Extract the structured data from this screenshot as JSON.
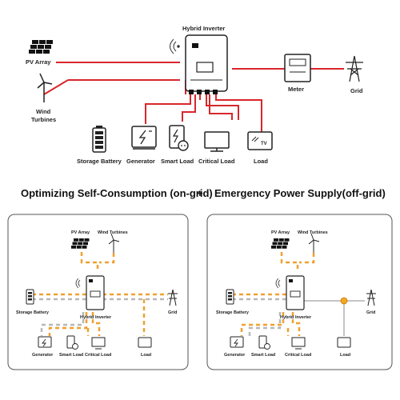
{
  "main_diagram": {
    "inverter_label": "Hybrid Inverter",
    "pv_label": "PV Array",
    "wind_label_1": "Wind",
    "wind_label_2": "Turbines",
    "meter_label": "Meter",
    "grid_label": "Grid",
    "loads": {
      "battery": "Storage Battery",
      "generator": "Generator",
      "smart_load": "Smart Load",
      "critical_load": "Critical Load",
      "load": "Load"
    },
    "tv_text": "TV",
    "line_color": "#d9262b"
  },
  "headings": {
    "left": "Optimizing Self-Consumption (on-grid)",
    "plus": "+",
    "right": "Emergency Power Supply(off-grid)"
  },
  "panel_left": {
    "pv_label": "PV Array",
    "wind_label": "Wind Turbines",
    "battery_label": "Storage Battery",
    "inverter_label": "Hybrid Inverter",
    "grid_label": "Grid",
    "generator_label": "Generator",
    "smart_load_label": "Smart Load",
    "critical_load_label": "Critical Load",
    "load_label": "Load"
  },
  "panel_right": {
    "pv_label": "PV Array",
    "wind_label": "Wind Turbines",
    "battery_label": "Storage Battery",
    "inverter_label": "Hybrid Inverter",
    "grid_label": "Grid",
    "generator_label": "Generator",
    "smart_load_label": "Smart Load",
    "critical_load_label": "Critical Load",
    "load_label": "Load"
  },
  "colors": {
    "flow_orange": "#f0a030",
    "flow_gray": "#b8b8b8",
    "icon_stroke": "#222222",
    "switch_orange": "#f5a623"
  }
}
